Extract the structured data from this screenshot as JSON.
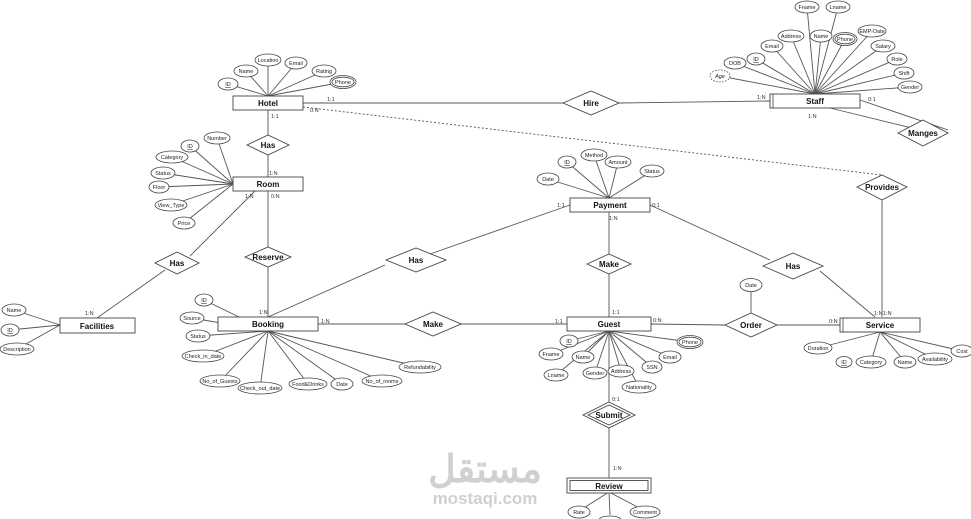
{
  "watermark": {
    "arabic": "مستقل",
    "latin": "mostaqi.com"
  },
  "entities": [
    {
      "id": "hotel",
      "name": "Hotel"
    },
    {
      "id": "staff",
      "name": "Staff"
    },
    {
      "id": "room",
      "name": "Room"
    },
    {
      "id": "payment",
      "name": "Payment"
    },
    {
      "id": "facilities",
      "name": "Facilities"
    },
    {
      "id": "booking",
      "name": "Booking"
    },
    {
      "id": "guest",
      "name": "Guest"
    },
    {
      "id": "service",
      "name": "Service"
    },
    {
      "id": "review",
      "name": "Review"
    }
  ],
  "relationships": [
    {
      "id": "hire",
      "name": "Hire"
    },
    {
      "id": "manges",
      "name": "Manges"
    },
    {
      "id": "hotel_room_has",
      "name": "Has"
    },
    {
      "id": "provides",
      "name": "Provides"
    },
    {
      "id": "fac_has",
      "name": "Has"
    },
    {
      "id": "reserve",
      "name": "Reserve"
    },
    {
      "id": "pay_has",
      "name": "Has"
    },
    {
      "id": "pay_make",
      "name": "Make"
    },
    {
      "id": "serv_has",
      "name": "Has"
    },
    {
      "id": "book_make",
      "name": "Make"
    },
    {
      "id": "order",
      "name": "Order"
    },
    {
      "id": "submit",
      "name": "Submit"
    }
  ],
  "attributes": {
    "hotel": [
      "ID",
      "Name",
      "Location",
      "Email",
      "Rating",
      "Phone"
    ],
    "staff": [
      "Fname",
      "Lname",
      "Address",
      "Name",
      "Phone",
      "EMP-Date",
      "Email",
      "Salary",
      "DOB",
      "ID",
      "Role",
      "Age",
      "Shift",
      "Gender"
    ],
    "room": [
      "ID",
      "Number",
      "Category",
      "Status",
      "Floor",
      "View_Type",
      "Price"
    ],
    "payment": [
      "ID",
      "Method",
      "Amount",
      "Date",
      "Status"
    ],
    "facilities": [
      "Name",
      "ID",
      "Description"
    ],
    "booking": [
      "ID",
      "Source",
      "Status",
      "Check_in_date",
      "No_of_Guests",
      "Check_out_date",
      "Food&Drinks",
      "Date",
      "No_of_rooms",
      "Refundability"
    ],
    "guest": [
      "ID",
      "Phone",
      "Fname",
      "Name",
      "Email",
      "Lname",
      "Gender",
      "Address",
      "SSN",
      "Nationality"
    ],
    "order": [
      "Date"
    ],
    "service": [
      "Duration",
      "ID",
      "Category",
      "Name",
      "Availability",
      "Cost"
    ],
    "review": [
      "Rate",
      "Comment"
    ]
  },
  "cardinalities": {
    "hotel_hire": "1:1",
    "staff_hire": "1:N",
    "staff_manges": "0:1",
    "staff_manges2": "1:N",
    "hotel_has": "1:1",
    "room_has": "1:N",
    "hotel_provides": "0:N",
    "room_fac": "1:N",
    "room_reserve": "0:N",
    "fac_has": "1:N",
    "pay_has": "1:1",
    "pay_make": "1:N",
    "pay_serv": "0:1",
    "book_reserve": "1:N",
    "book_make": "1:N",
    "guest_make": "1:1",
    "guest_make2": "1:1",
    "guest_order": "0:N",
    "guest_submit": "0:1",
    "serv_order": "0:N",
    "serv_has": "1:N",
    "serv_prov": "1:N",
    "review_submit": "1:N"
  }
}
